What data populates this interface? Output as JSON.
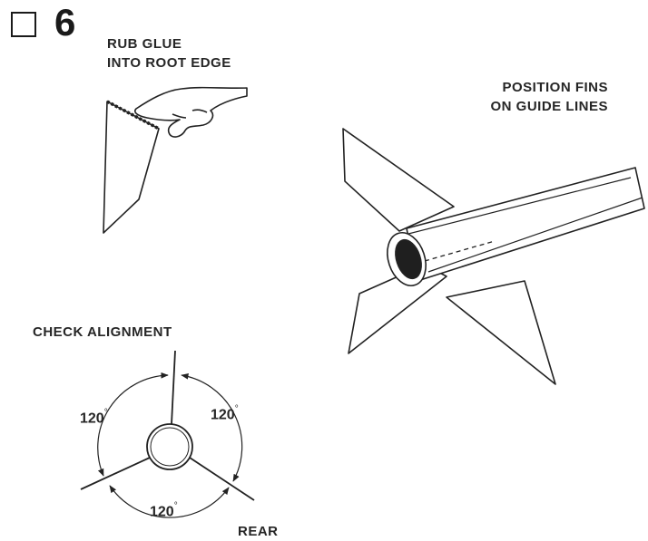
{
  "step": {
    "number": "6"
  },
  "glue_instruction": {
    "line1": "RUB GLUE",
    "line2": "INTO ROOT EDGE"
  },
  "position_instruction": {
    "line1": "POSITION FINS",
    "line2": "ON GUIDE LINES"
  },
  "alignment_title": "CHECK ALIGNMENT",
  "angles": {
    "top_left": "120",
    "top_right": "120",
    "bottom": "120",
    "unit_symbol": "°"
  },
  "view_label": "REAR"
}
